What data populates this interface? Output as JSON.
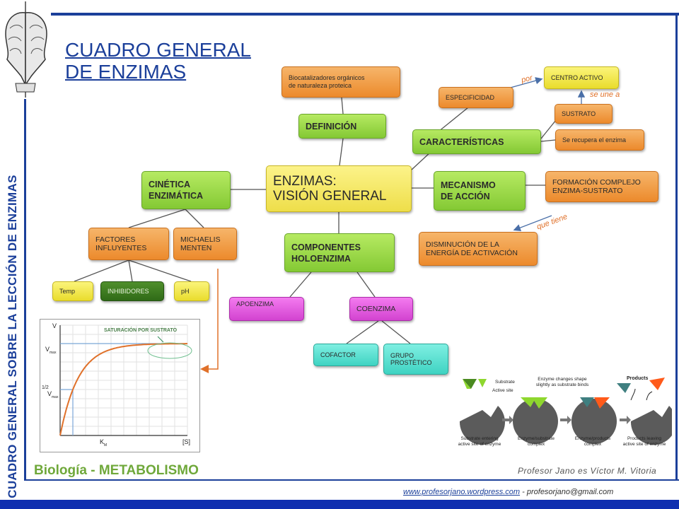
{
  "side_title": "CUADRO GENERAL SOBRE LA LECCIÓN DE ENZIMAS",
  "title_line1": "CUADRO GENERAL",
  "title_line2": "DE ENZIMAS",
  "footer_subject": "Biología - METABOLISMO",
  "footer_author": "Profesor Jano es Víctor M. Vitoria",
  "footer_web": "www.profesorjano.wordpress.com",
  "footer_sep": " - ",
  "footer_email": "profesorjano@gmail.com",
  "nodes": {
    "center": "ENZIMAS:\nVISIÓN GENERAL",
    "biocat": "Biocatalizadores orgánicos\nde naturaleza proteica",
    "definicion": "DEFINICIÓN",
    "caracteristicas": "CARACTERÍSTICAS",
    "especificidad": "ESPECIFICIDAD",
    "centro_activo": "CENTRO ACTIVO",
    "sustrato": "SUSTRATO",
    "recupera": "Se recupera el enzima",
    "mecanismo": "MECANISMO\nDE ACCIÓN",
    "formacion": "FORMACIÓN COMPLEJO\nENZIMA-SUSTRATO",
    "disminucion": "DISMINUCIÓN DE LA\nENERGÍA DE ACTIVACIÓN",
    "cinetica": "CINÉTICA\nENZIMÁTICA",
    "factores": "FACTORES\nINFLUYENTES",
    "michaelis": "MICHAELIS\nMENTEN",
    "temp": "Temp",
    "inhibidores": "INHIBIDORES",
    "ph": "pH",
    "componentes": "COMPONENTES\nHOLOENZIMA",
    "apoenzima": "APOENZIMA",
    "coenzima": "COENZIMA",
    "cofactor": "COFACTOR",
    "grupo": "GRUPO\nPROSTÉTICO"
  },
  "link_labels": {
    "por": "por",
    "se_une_a": "se une a",
    "que_tiene": "que tiene"
  },
  "chart_data": {
    "type": "line",
    "title": "SATURACIÓN POR SUSTRATO",
    "xlabel": "[S]",
    "ylabel": "V",
    "ytick_vmax": "V",
    "ytick_vmax_sub": "max",
    "ytick_half_frac": "1/2",
    "ytick_half": "V",
    "ytick_half_sub": "max",
    "xtick_km": "K",
    "xtick_km_sub": "M",
    "km": 1,
    "vmax": 1,
    "xlim": [
      0,
      10
    ],
    "ylim": [
      0,
      1.2
    ],
    "grid": true
  },
  "enzyme_figure": {
    "substrate": "Substrate",
    "active_site": "Active site",
    "shape_change": "Enzyme changes shape\nslightly as substrate binds",
    "products": "Products",
    "step1": "Substrate entering\nactive site of enzyme",
    "step2": "Enzyme/substrate\ncomplex",
    "step3": "Enzyme/products\ncomplex",
    "step4": "Products leaving\nactive site of enzyme"
  },
  "colors": {
    "frame": "#1b3f9a",
    "orange": "#ec8a2c",
    "green": "#84c934",
    "yellow": "#e9dc2c",
    "magenta": "#d243d0",
    "teal": "#3fd3c2"
  }
}
